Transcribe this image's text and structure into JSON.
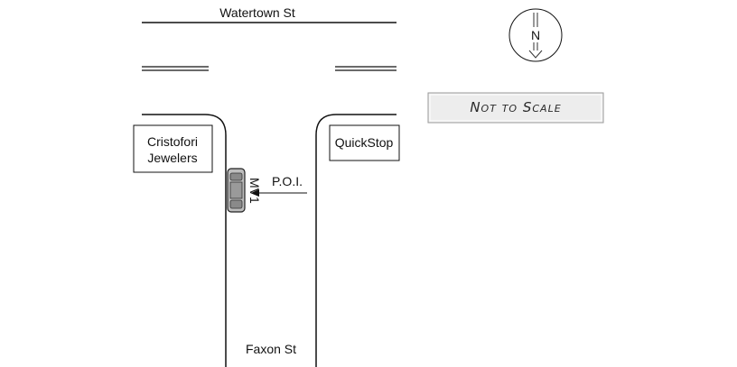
{
  "diagram": {
    "streets": {
      "north": "Watertown St",
      "south": "Faxon St"
    },
    "buildings": {
      "left": {
        "line1": "Cristofori",
        "line2": "Jewelers"
      },
      "right": {
        "line1": "QuickStop"
      }
    },
    "vehicle": {
      "label": "MV1"
    },
    "poi": {
      "label": "P.O.I."
    },
    "compass": {
      "letter": "N"
    },
    "scale_note": "Not to Scale"
  }
}
